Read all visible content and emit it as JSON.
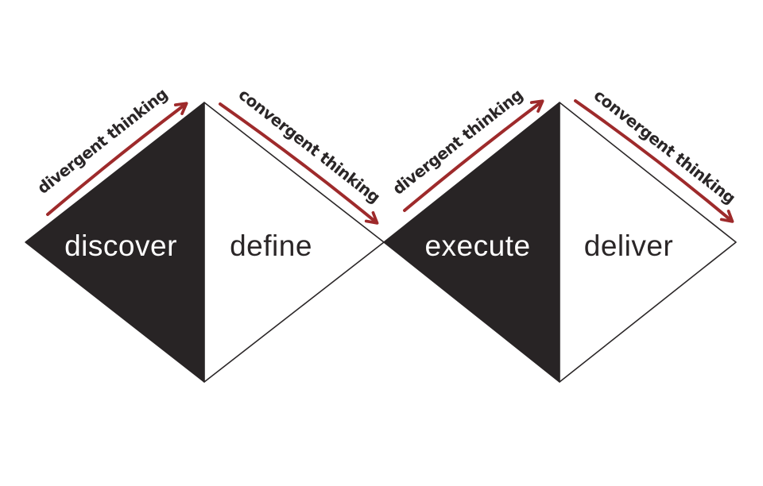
{
  "colors": {
    "dark": "#282425",
    "white": "#ffffff",
    "red": "#9e2a2b",
    "text_on_dark": "#ffffff",
    "text_on_light": "#2a2627"
  },
  "diagram": {
    "diamonds": [
      {
        "left_label": "discover",
        "right_label": "define",
        "divergent_label": "divergent thinking",
        "convergent_label": "convergent thinking"
      },
      {
        "left_label": "execute",
        "right_label": "deliver",
        "divergent_label": "divergent thinking",
        "convergent_label": "convergent thinking"
      }
    ]
  }
}
